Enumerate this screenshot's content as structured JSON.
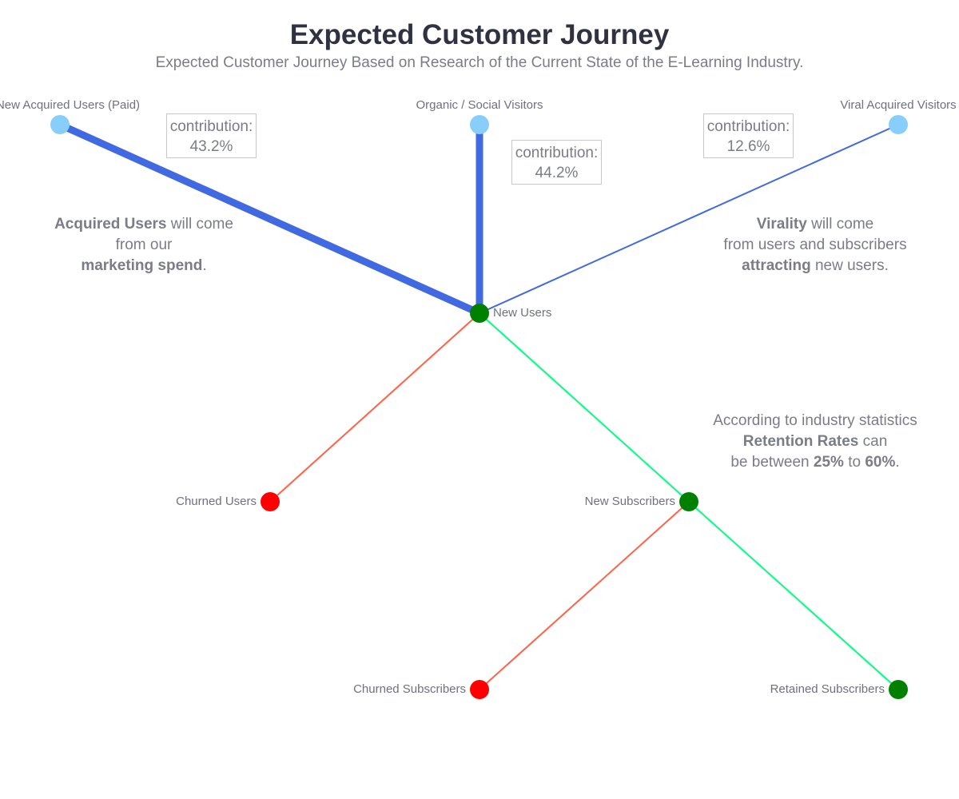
{
  "title": "Expected Customer Journey",
  "subtitle": "Expected Customer Journey Based on Research of the Current State of the E-Learning Industry.",
  "colors": {
    "source_node": "#87cefa",
    "positive_node": "#008000",
    "negative_node": "#ff0000",
    "inflow_link": "#4169e1",
    "retained_link": "#00ff7f",
    "churn_link": "#ff6347"
  },
  "nodes": {
    "acquired": "New Acquired Users (Paid)",
    "organic": "Organic / Social Visitors",
    "viral": "Viral Acquired Visitors",
    "new_users": "New Users",
    "churned_users": "Churned Users",
    "new_subscribers": "New Subscribers",
    "churned_subscribers": "Churned Subscribers",
    "retained_subscribers": "Retained Subscribers"
  },
  "links": [
    {
      "from": "acquired",
      "to": "new_users",
      "contribution": 43.2
    },
    {
      "from": "organic",
      "to": "new_users",
      "contribution": 44.2
    },
    {
      "from": "viral",
      "to": "new_users",
      "contribution": 12.6
    },
    {
      "from": "new_users",
      "to": "churned_users"
    },
    {
      "from": "new_users",
      "to": "new_subscribers"
    },
    {
      "from": "new_subscribers",
      "to": "churned_subscribers"
    },
    {
      "from": "new_subscribers",
      "to": "retained_subscribers"
    }
  ],
  "contributions": {
    "label": "contribution:",
    "acquired": "43.2%",
    "organic": "44.2%",
    "viral": "12.6%"
  },
  "notes": {
    "acquired": {
      "l1_bold": "Acquired Users",
      "l1_rest": " will come",
      "l2": "from our",
      "l3_bold": "marketing spend",
      "l3_rest": "."
    },
    "virality": {
      "l1_bold": "Virality",
      "l1_rest": " will come",
      "l2": "from users and subscribers",
      "l3_bold": "attracting",
      "l3_rest": " new users."
    },
    "retention": {
      "l1": "According to industry statistics",
      "l2_bold": "Retention Rates",
      "l2_rest": " can",
      "l3_pre": "be between ",
      "l3_b1": "25%",
      "l3_mid": " to ",
      "l3_b2": "60%",
      "l3_end": "."
    }
  }
}
